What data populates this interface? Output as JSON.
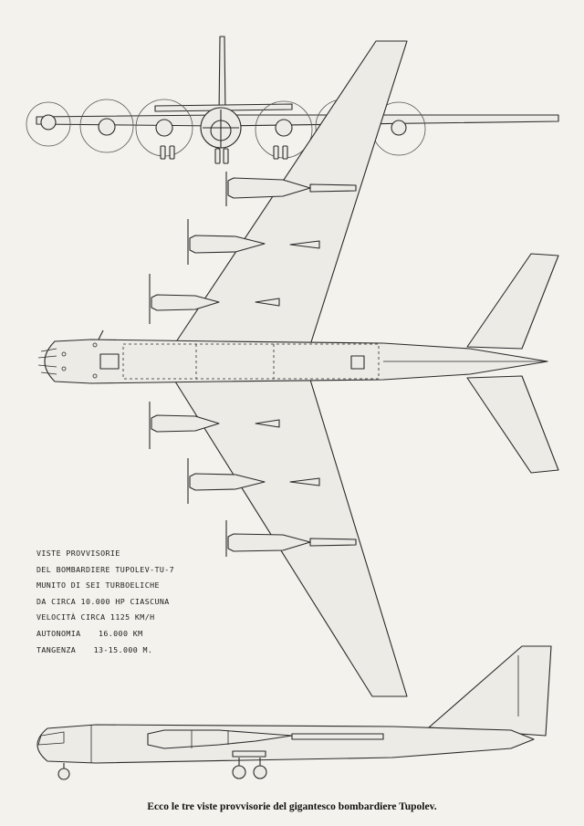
{
  "notes": {
    "title_lines": [
      "VISTE PROVVISORIE",
      "DEL BOMBARDIERE TUPOLEV-TU-7",
      "MUNITO DI SEI TURBOELICHE",
      "DA CIRCA 10.000 HP CIASCUNA",
      "VELOCITÀ CIRCA 1125 Km/h"
    ],
    "autonomy_label": "AUTONOMIA",
    "autonomy_value": "16.000 Km",
    "ceiling_label": "TANGENZA",
    "ceiling_value": "13-15.000 m."
  },
  "caption": "Ecco le tre viste provvisorie del gigantesco bombardiere Tupolev.",
  "colors": {
    "ink": "#2a2a2a",
    "paper": "#f4f2ec",
    "fill": "#ecebe6"
  }
}
